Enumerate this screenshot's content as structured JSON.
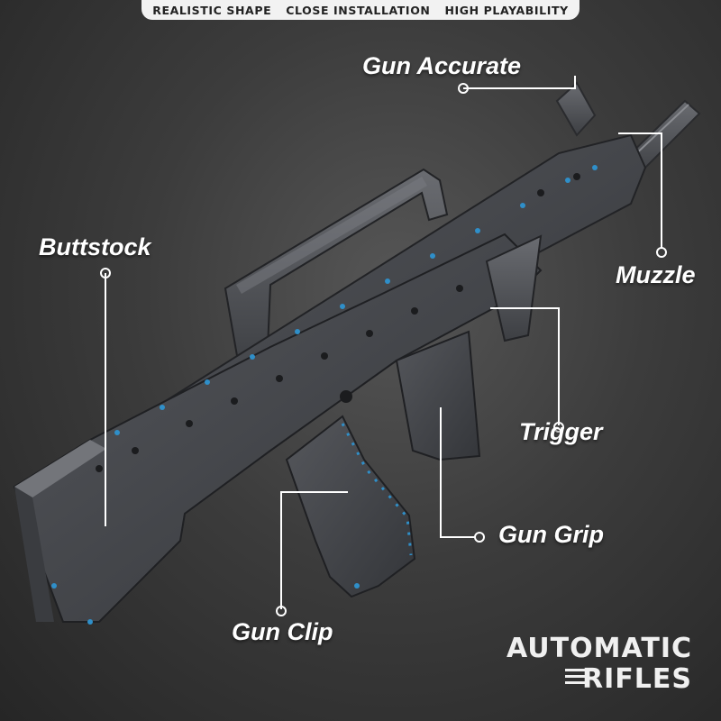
{
  "banner": {
    "items": [
      "REALISTIC SHAPE",
      "CLOSE INSTALLATION",
      "HIGH PLAYABILITY"
    ]
  },
  "callouts": {
    "gun_accurate": "Gun Accurate",
    "buttstock": "Buttstock",
    "muzzle": "Muzzle",
    "trigger": "Trigger",
    "gun_grip": "Gun Grip",
    "gun_clip": "Gun Clip"
  },
  "brand": {
    "line1": "AUTOMATIC",
    "line2": "RIFLES"
  },
  "colors": {
    "background": "#3c3c3c",
    "brick": "#4a4c50",
    "accent": "#2f8fc9",
    "text": "#ffffff"
  }
}
